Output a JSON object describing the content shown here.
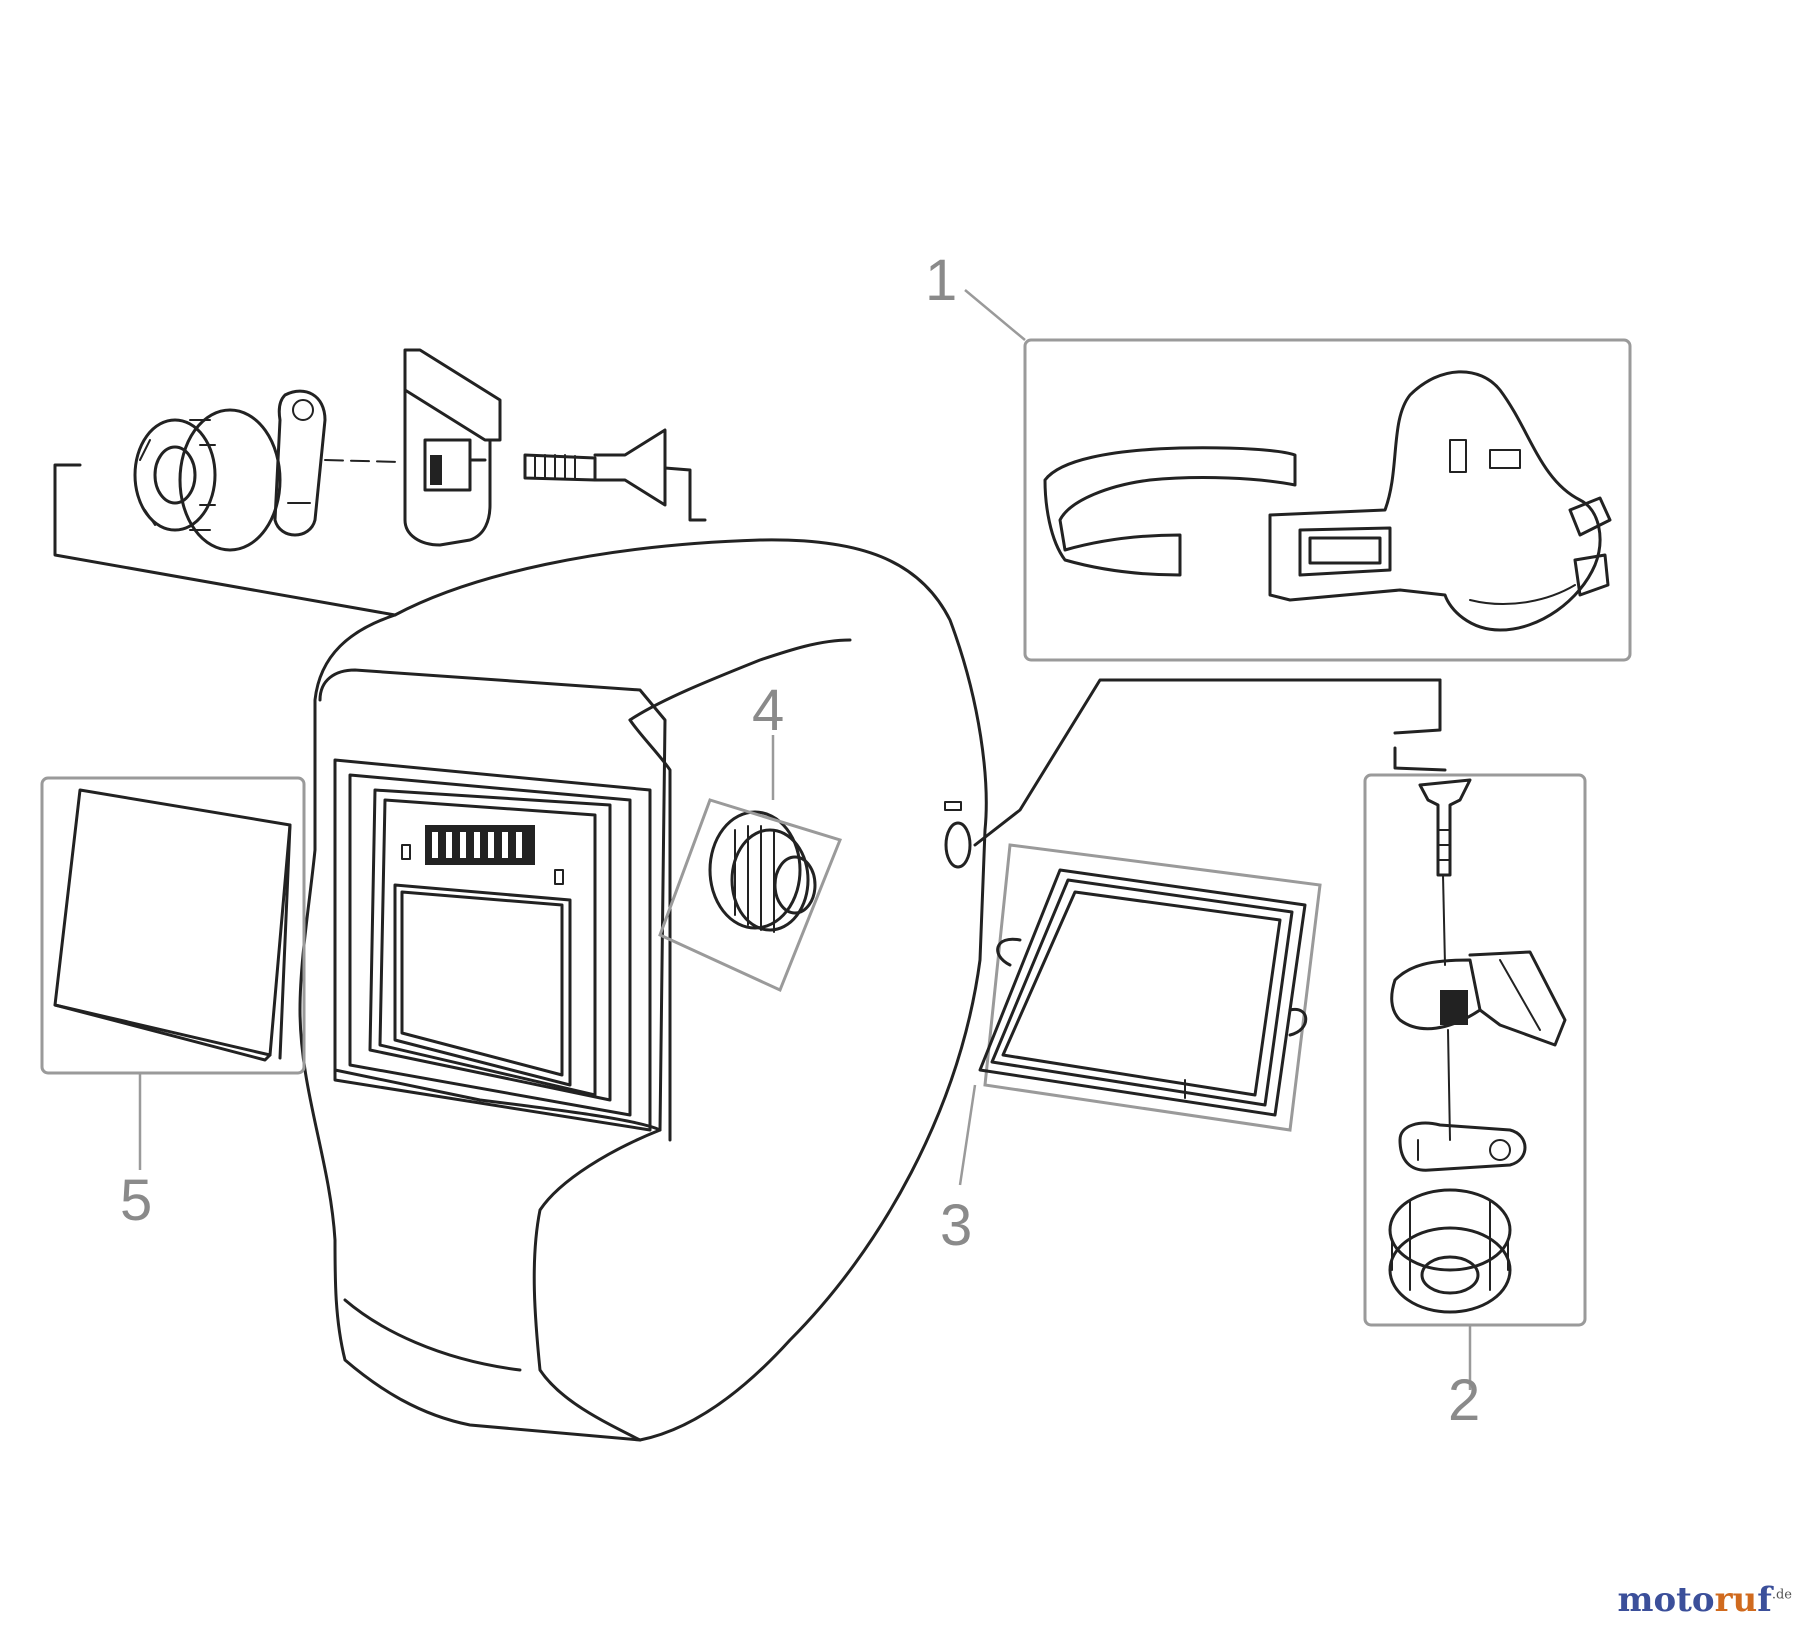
{
  "callouts": [
    {
      "id": "1",
      "label": "1"
    },
    {
      "id": "2",
      "label": "2"
    },
    {
      "id": "3",
      "label": "3"
    },
    {
      "id": "4",
      "label": "4"
    },
    {
      "id": "5",
      "label": "5"
    }
  ],
  "watermark": {
    "part_a": "moto",
    "part_b": "ru",
    "part_c": "f",
    "suffix": ".de"
  },
  "colors": {
    "line": "#222222",
    "callout": "#8a8a8a",
    "brand_blue": "#3b4f9a",
    "brand_orange": "#d06a1e"
  }
}
